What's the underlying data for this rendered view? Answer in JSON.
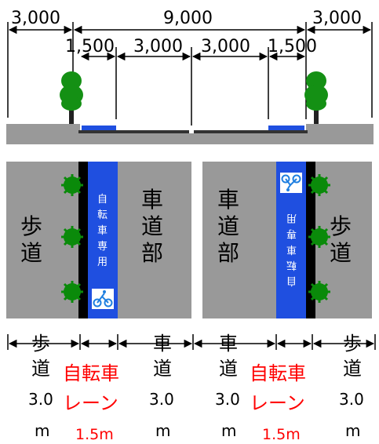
{
  "colors": {
    "road": "#999999",
    "curb_line": "#333333",
    "bike_lane": "#1f4fe0",
    "tree_green": "#149014",
    "bush_green": "#0a8a0a",
    "red_text": "#ff0000"
  },
  "dimensions_top": {
    "left_sidewalk": "3,000",
    "carriageway_total": "9,000",
    "right_sidewalk": "3,000"
  },
  "dimensions_second": {
    "left_bike": "1,500",
    "left_car": "3,000",
    "right_car": "3,000",
    "right_bike": "1,500"
  },
  "plan_left": {
    "sidewalk": [
      "歩",
      "道"
    ],
    "bike_lane_text": [
      "自",
      "転",
      "車",
      "専",
      "用"
    ],
    "roadway": [
      "車",
      "道",
      "部"
    ]
  },
  "plan_right": {
    "roadway": [
      "車",
      "道",
      "部"
    ],
    "bike_lane_text": [
      "自",
      "転",
      "車",
      "専",
      "用"
    ],
    "sidewalk": [
      "歩",
      "道"
    ]
  },
  "bottom_labels": {
    "sidewalk_left": {
      "char1": "歩",
      "char2": "道",
      "width": "3.0",
      "unit": "m"
    },
    "bike_left": {
      "line1": "自転車",
      "line2": "レーン",
      "width": "1.5m"
    },
    "road_left": {
      "char1": "車",
      "char2": "道",
      "width": "3.0",
      "unit": "m"
    },
    "road_right": {
      "char1": "車",
      "char2": "道",
      "width": "3.0",
      "unit": "m"
    },
    "bike_right": {
      "line1": "自転車",
      "line2": "レーン",
      "width": "1.5m"
    },
    "sidewalk_right": {
      "char1": "歩",
      "char2": "道",
      "width": "3.0",
      "unit": "m"
    }
  },
  "icons": {
    "bike_pictogram": "bicycle-icon",
    "tree": "tree-icon",
    "bush": "bush-icon"
  }
}
